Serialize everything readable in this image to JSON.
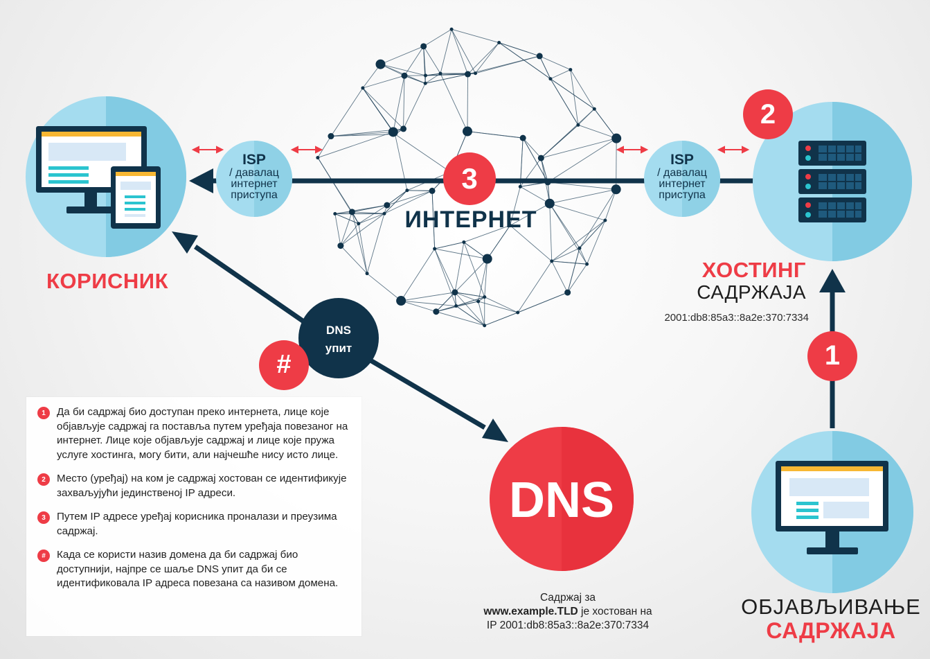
{
  "colors": {
    "navy": "#10334a",
    "red": "#ee3c46",
    "light_blue": "#9fd8ec",
    "teal": "#2bc4cf"
  },
  "user": {
    "label": "КОРИСНИК",
    "icon": "monitor-and-tablet-icon"
  },
  "isp_left": {
    "title": "ISP",
    "subtitle_lines": [
      "/ давалац",
      "интернет",
      "приступа"
    ]
  },
  "isp_right": {
    "title": "ISP",
    "subtitle_lines": [
      "/ давалац",
      "интернет",
      "приступа"
    ]
  },
  "internet": {
    "label": "ИНТЕРНЕТ",
    "step": "3",
    "icon": "network-globe-icon"
  },
  "hosting": {
    "line1": "ХОСТИНГ",
    "line2": "САДРЖАЈА",
    "ip": "2001:db8:85a3::8a2e:370:7334",
    "step": "2",
    "icon": "server-rack-icon"
  },
  "publishing": {
    "line1": "ОБЈАВЉИВАЊЕ",
    "line2": "САДРЖАЈА",
    "step": "1",
    "icon": "monitor-icon"
  },
  "dns_query": {
    "line1": "DNS",
    "line2": "упит",
    "step": "#"
  },
  "dns": {
    "label": "DNS",
    "caption_line1": "Садржај за",
    "caption_domain": "www.example.TLD",
    "caption_line2_rest": " је хостован на",
    "caption_line3": "IP 2001:db8:85a3::8a2e:370:7334"
  },
  "legend": [
    {
      "marker": "1",
      "text": "Да би садржај био доступан преко интернета, лице које објављује садржај га поставља путем уређаја повезаног на интернет. Лице које објављује садржај и лице које пружа услуге хостинга, могу бити, али најчешће нису исто лице."
    },
    {
      "marker": "2",
      "text": "Место (уређај) на ком је садржај хостован се идентификује захваљујући јединственој IP адреси."
    },
    {
      "marker": "3",
      "text": "Путем IP адресе уређај корисника проналази и преузима садржај."
    },
    {
      "marker": "#",
      "text": "Када се користи назив домена да би садржај био доступнији, најпре се шаље DNS упит да би се идентификовала IP адреса повезана са називом домена."
    }
  ]
}
